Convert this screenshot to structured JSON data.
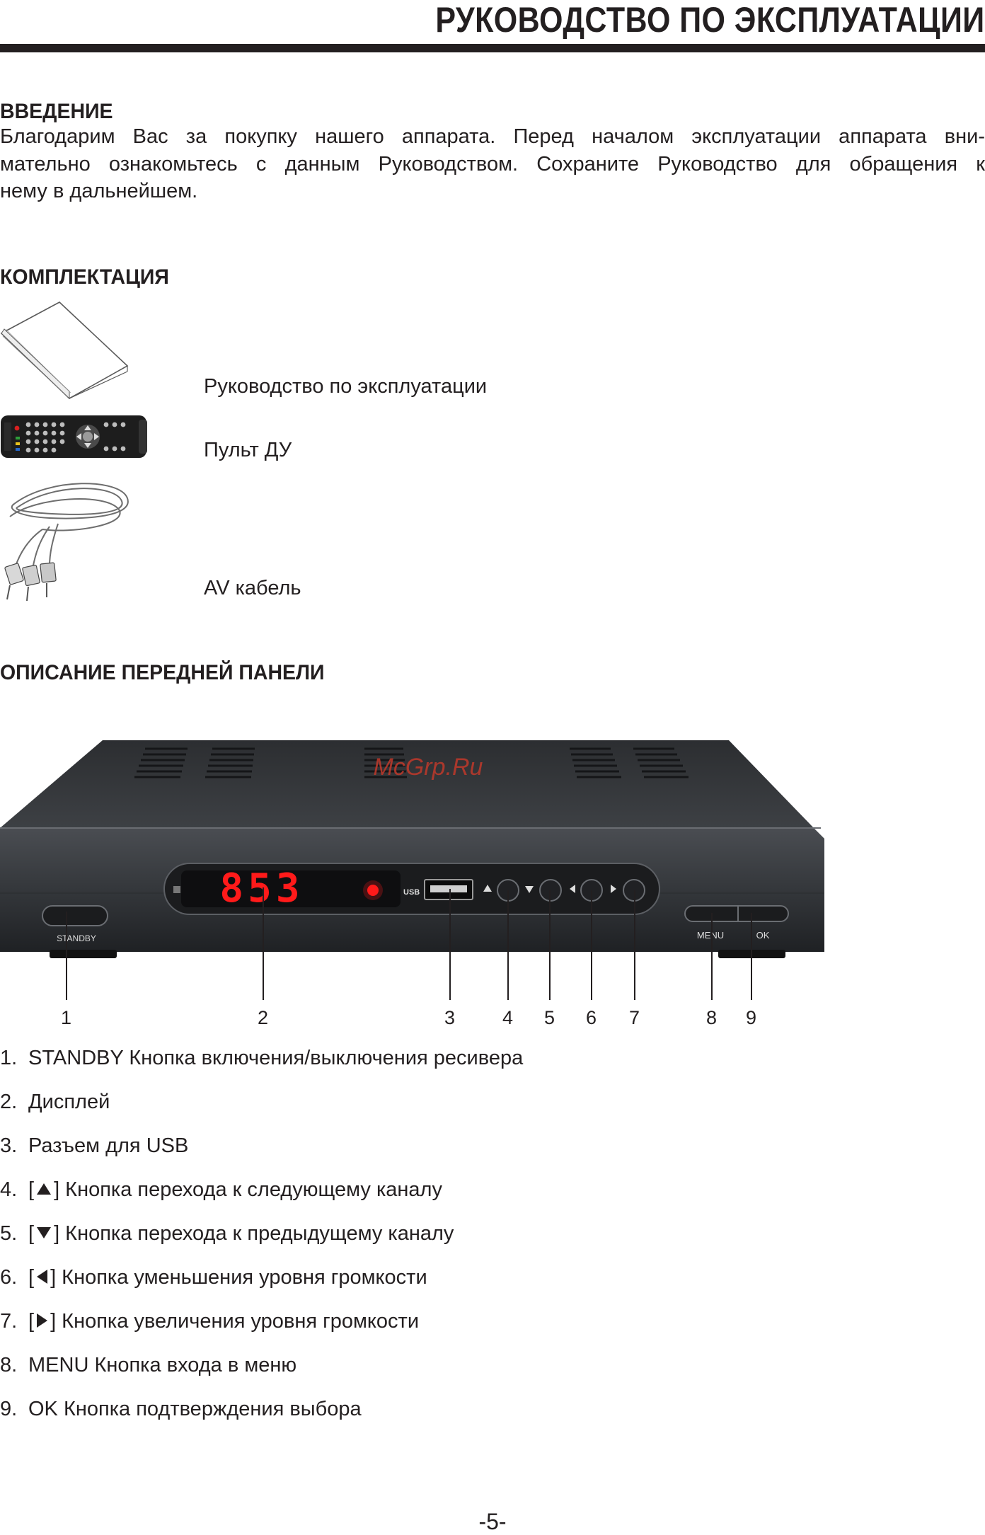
{
  "header": {
    "title": "РУКОВОДСТВО ПО ЭКСПЛУАТАЦИИ"
  },
  "intro": {
    "heading": "ВВЕДЕНИЕ",
    "lines": [
      "Благодарим Вас за покупку нашего аппарата. Перед началом эксплуатации аппарата вни-",
      "мательно ознакомьтесь с данным Руководством. Сохраните Руководство для обращения к",
      "нему в дальнейшем."
    ]
  },
  "kit": {
    "heading": "КОМПЛЕКТАЦИЯ",
    "items": [
      {
        "label": "Руководство по эксплуатации",
        "icon": "manual-booklet-icon"
      },
      {
        "label": "Пульт ДУ",
        "icon": "remote-control-icon"
      },
      {
        "label": "AV кабель",
        "icon": "av-cable-icon"
      }
    ]
  },
  "front_panel": {
    "heading": "ОПИСАНИЕ ПЕРЕДНЕЙ ПАНЕЛИ",
    "device": {
      "display_digits": "853",
      "standby_label": "STANDBY",
      "usb_label": "USB",
      "menu_label": "MENU",
      "ok_label": "OK",
      "watermark": "McGrp.Ru"
    },
    "callouts": [
      "1",
      "2",
      "3",
      "4",
      "5",
      "6",
      "7",
      "8",
      "9"
    ],
    "legend": [
      {
        "num": "1.",
        "pre": "STANDBY Кнопка включения/выключения ресивера"
      },
      {
        "num": "2.",
        "pre": "Дисплей"
      },
      {
        "num": "3.",
        "pre": "Разъем для USB"
      },
      {
        "num": "4.",
        "pre": "[",
        "icon": "up",
        "post": "] Кнопка перехода к следующему каналу"
      },
      {
        "num": "5.",
        "pre": "[",
        "icon": "down",
        "post": "] Кнопка перехода к предыдущему каналу"
      },
      {
        "num": "6.",
        "pre": "[",
        "icon": "left",
        "post": "] Кнопка уменьшения уровня громкости"
      },
      {
        "num": "7.",
        "pre": "[",
        "icon": "right",
        "post": "] Кнопка увеличения уровня громкости"
      },
      {
        "num": "8.",
        "pre": "MENU Кнопка входа в меню"
      },
      {
        "num": "9.",
        "pre": "OK Кнопка подтверждения выбора"
      }
    ]
  },
  "footer": {
    "page_number": "-5-"
  },
  "colors": {
    "text": "#231f20",
    "device_body": "#2b2d30",
    "led_red": "#ff1a1a"
  }
}
